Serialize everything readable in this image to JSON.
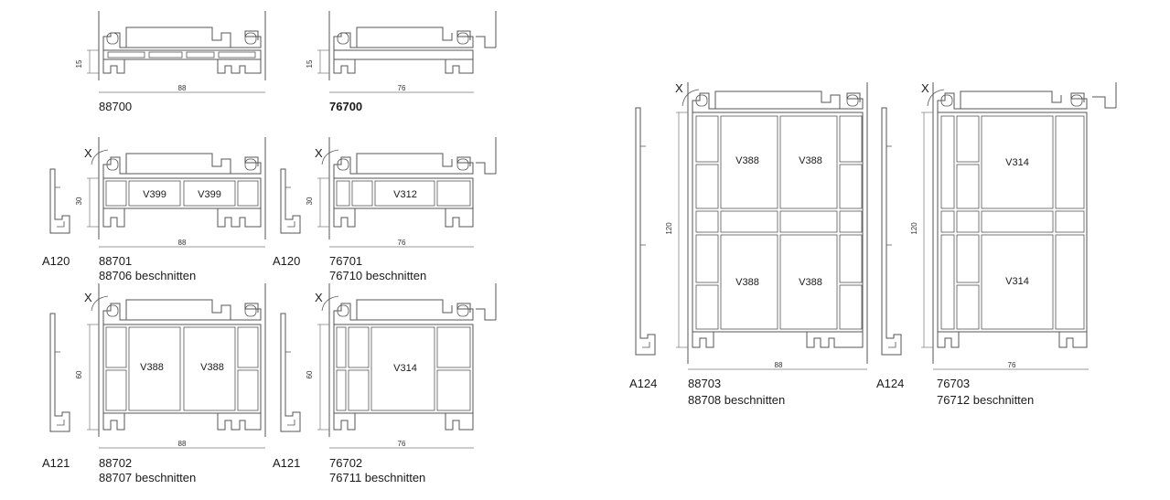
{
  "sections": [
    {
      "code": "88700",
      "dim_width": "88",
      "dim_height": "15"
    },
    {
      "code": "76700",
      "dim_width": "76",
      "dim_height": "15"
    },
    {
      "code": "88701",
      "note": "88706 beschnitten",
      "extra": "A120",
      "x": "X",
      "dim_width": "88",
      "dim_height": "30",
      "inserts": [
        "V399",
        "V399"
      ]
    },
    {
      "code": "76701",
      "note": "76710 beschnitten",
      "extra": "A120",
      "x": "X",
      "dim_width": "76",
      "dim_height": "30",
      "inserts": [
        "V312"
      ]
    },
    {
      "code": "88702",
      "note": "88707 beschnitten",
      "extra": "A121",
      "x": "X",
      "dim_width": "88",
      "dim_height": "60",
      "inserts": [
        "V388",
        "V388"
      ]
    },
    {
      "code": "76702",
      "note": "76711 beschnitten",
      "extra": "A121",
      "x": "X",
      "dim_width": "76",
      "dim_height": "60",
      "inserts": [
        "V314"
      ]
    },
    {
      "code": "88703",
      "note": "88708 beschnitten",
      "extra": "A124",
      "x": "X",
      "dim_width": "88",
      "dim_height": "120",
      "inserts": [
        "V388",
        "V388",
        "V388",
        "V388"
      ]
    },
    {
      "code": "76703",
      "note": "76712 beschnitten",
      "extra": "A124",
      "x": "X",
      "dim_width": "76",
      "dim_height": "120",
      "inserts": [
        "V314",
        "V314"
      ]
    }
  ]
}
